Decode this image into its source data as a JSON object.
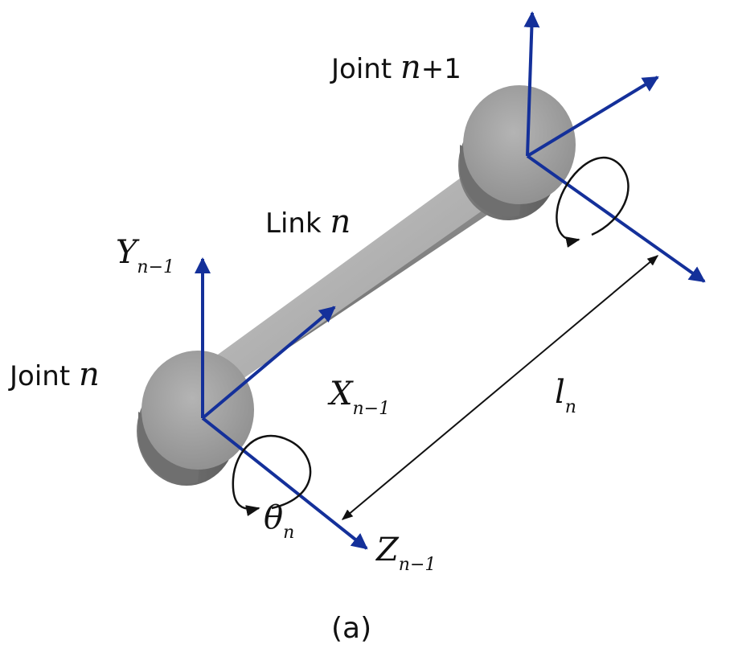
{
  "labels": {
    "joint_next": {
      "text": "Joint ",
      "var": "n",
      "suffix": "+1"
    },
    "link": {
      "text": "Link ",
      "var": "n"
    },
    "joint_current": {
      "text": "Joint ",
      "var": "n"
    },
    "y_axis": {
      "symbol": "Y",
      "subscript": "n−1"
    },
    "x_axis": {
      "symbol": "X",
      "subscript": "n−1"
    },
    "z_axis": {
      "symbol": "Z",
      "subscript": "n−1"
    },
    "theta": {
      "symbol": "θ",
      "subscript": "n"
    },
    "length": {
      "symbol": "l",
      "subscript": "n"
    },
    "caption": "(a)"
  },
  "colors": {
    "axis": "#14309a",
    "link_body": "#9c9c9c",
    "arrow": "#111111"
  }
}
